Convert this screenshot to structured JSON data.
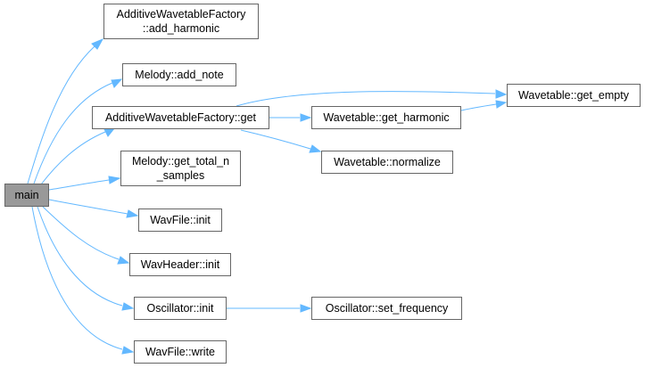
{
  "colors": {
    "edge": "#63b8ff",
    "node_border": "#666666",
    "root_fill": "#999999",
    "node_fill": "#ffffff"
  },
  "nodes": {
    "main": "main",
    "add_harmonic_1": "AdditiveWavetableFactory",
    "add_harmonic_2": "::add_harmonic",
    "add_note": "Melody::add_note",
    "factory_get": "AdditiveWavetableFactory::get",
    "get_total_1": "Melody::get_total_n",
    "get_total_2": "_samples",
    "wavfile_init": "WavFile::init",
    "wavheader_init": "WavHeader::init",
    "oscillator_init": "Oscillator::init",
    "wavfile_write": "WavFile::write",
    "get_harmonic": "Wavetable::get_harmonic",
    "normalize": "Wavetable::normalize",
    "get_empty": "Wavetable::get_empty",
    "set_frequency": "Oscillator::set_frequency"
  }
}
